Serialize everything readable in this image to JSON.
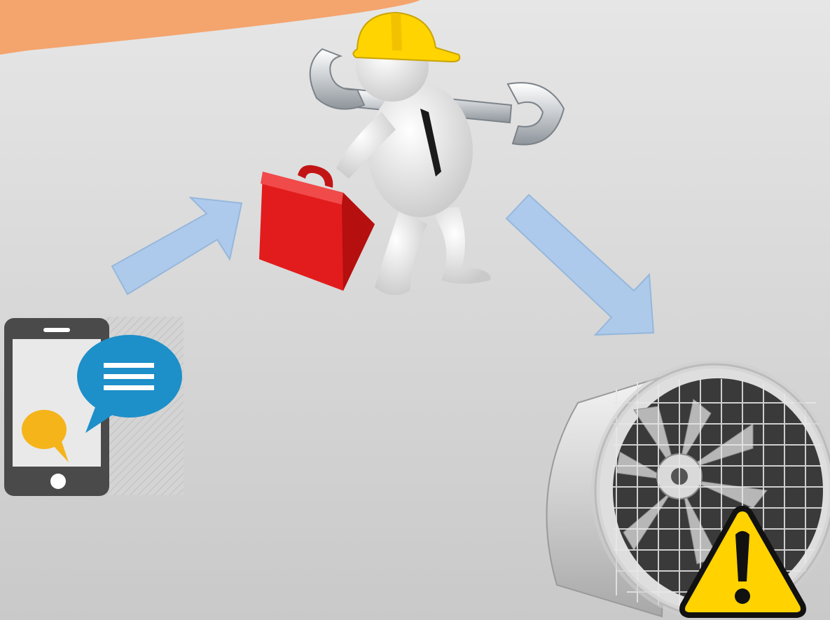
{
  "slide": {
    "background_color": "#d9d9d9",
    "banner_color": "#f4a46d",
    "arrow_color": "#a9c9ee"
  },
  "steps": [
    {
      "item": "phone-message",
      "icon": "smartphone-chat-icon"
    },
    {
      "item": "technician",
      "icon": "technician-with-wrench-and-toolbox-icon"
    },
    {
      "item": "industrial-fan",
      "icon": "axial-fan-icon"
    }
  ],
  "alert": {
    "icon": "warning-triangle-icon",
    "color": "#ffd200"
  }
}
